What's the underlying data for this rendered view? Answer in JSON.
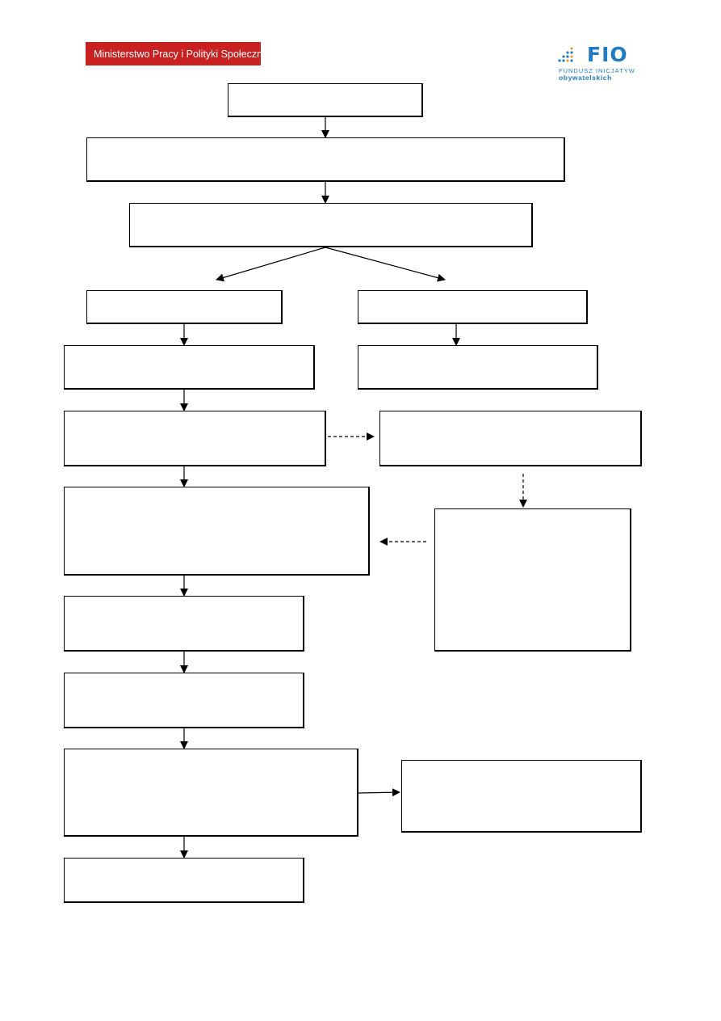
{
  "header": {
    "ministry_logo_text": "Ministerstwo Pracy i Polityki Społecznej",
    "fio_logo": {
      "acronym": "FIO",
      "line1": "FUNDUSZ INICJATYW",
      "line2": "obywatelskich"
    }
  },
  "colors": {
    "ministry_red": "#c8211f",
    "fio_blue": "#1e7bc4",
    "fio_orange": "#f39a1e"
  },
  "flowchart": {
    "boxes": [
      {
        "id": "top"
      },
      {
        "id": "step2"
      },
      {
        "id": "step3"
      },
      {
        "id": "left-branch"
      },
      {
        "id": "right-branch"
      },
      {
        "id": "left-step2"
      },
      {
        "id": "right-step2"
      },
      {
        "id": "left-step3"
      },
      {
        "id": "right-step3"
      },
      {
        "id": "left-step4"
      },
      {
        "id": "right-step4"
      },
      {
        "id": "left-step5"
      },
      {
        "id": "left-step6"
      },
      {
        "id": "left-step7"
      },
      {
        "id": "right-step7"
      },
      {
        "id": "final"
      }
    ],
    "connectors": [
      {
        "from": "top",
        "to": "step2",
        "style": "solid"
      },
      {
        "from": "step2",
        "to": "step3",
        "style": "solid"
      },
      {
        "from": "step3",
        "to": "left-branch",
        "style": "solid"
      },
      {
        "from": "step3",
        "to": "right-branch",
        "style": "solid"
      },
      {
        "from": "left-branch",
        "to": "left-step2",
        "style": "solid"
      },
      {
        "from": "right-branch",
        "to": "right-step2",
        "style": "solid"
      },
      {
        "from": "left-step2",
        "to": "left-step3",
        "style": "solid"
      },
      {
        "from": "left-step3",
        "to": "right-step3",
        "style": "dashed"
      },
      {
        "from": "left-step3",
        "to": "left-step4",
        "style": "solid"
      },
      {
        "from": "right-step3",
        "to": "right-step4",
        "style": "dashed"
      },
      {
        "from": "right-step4",
        "to": "left-step4",
        "style": "dashed"
      },
      {
        "from": "left-step4",
        "to": "left-step5",
        "style": "solid"
      },
      {
        "from": "left-step5",
        "to": "left-step6",
        "style": "solid"
      },
      {
        "from": "left-step6",
        "to": "left-step7",
        "style": "solid"
      },
      {
        "from": "left-step7",
        "to": "right-step7",
        "style": "solid"
      },
      {
        "from": "left-step7",
        "to": "final",
        "style": "solid"
      }
    ]
  }
}
